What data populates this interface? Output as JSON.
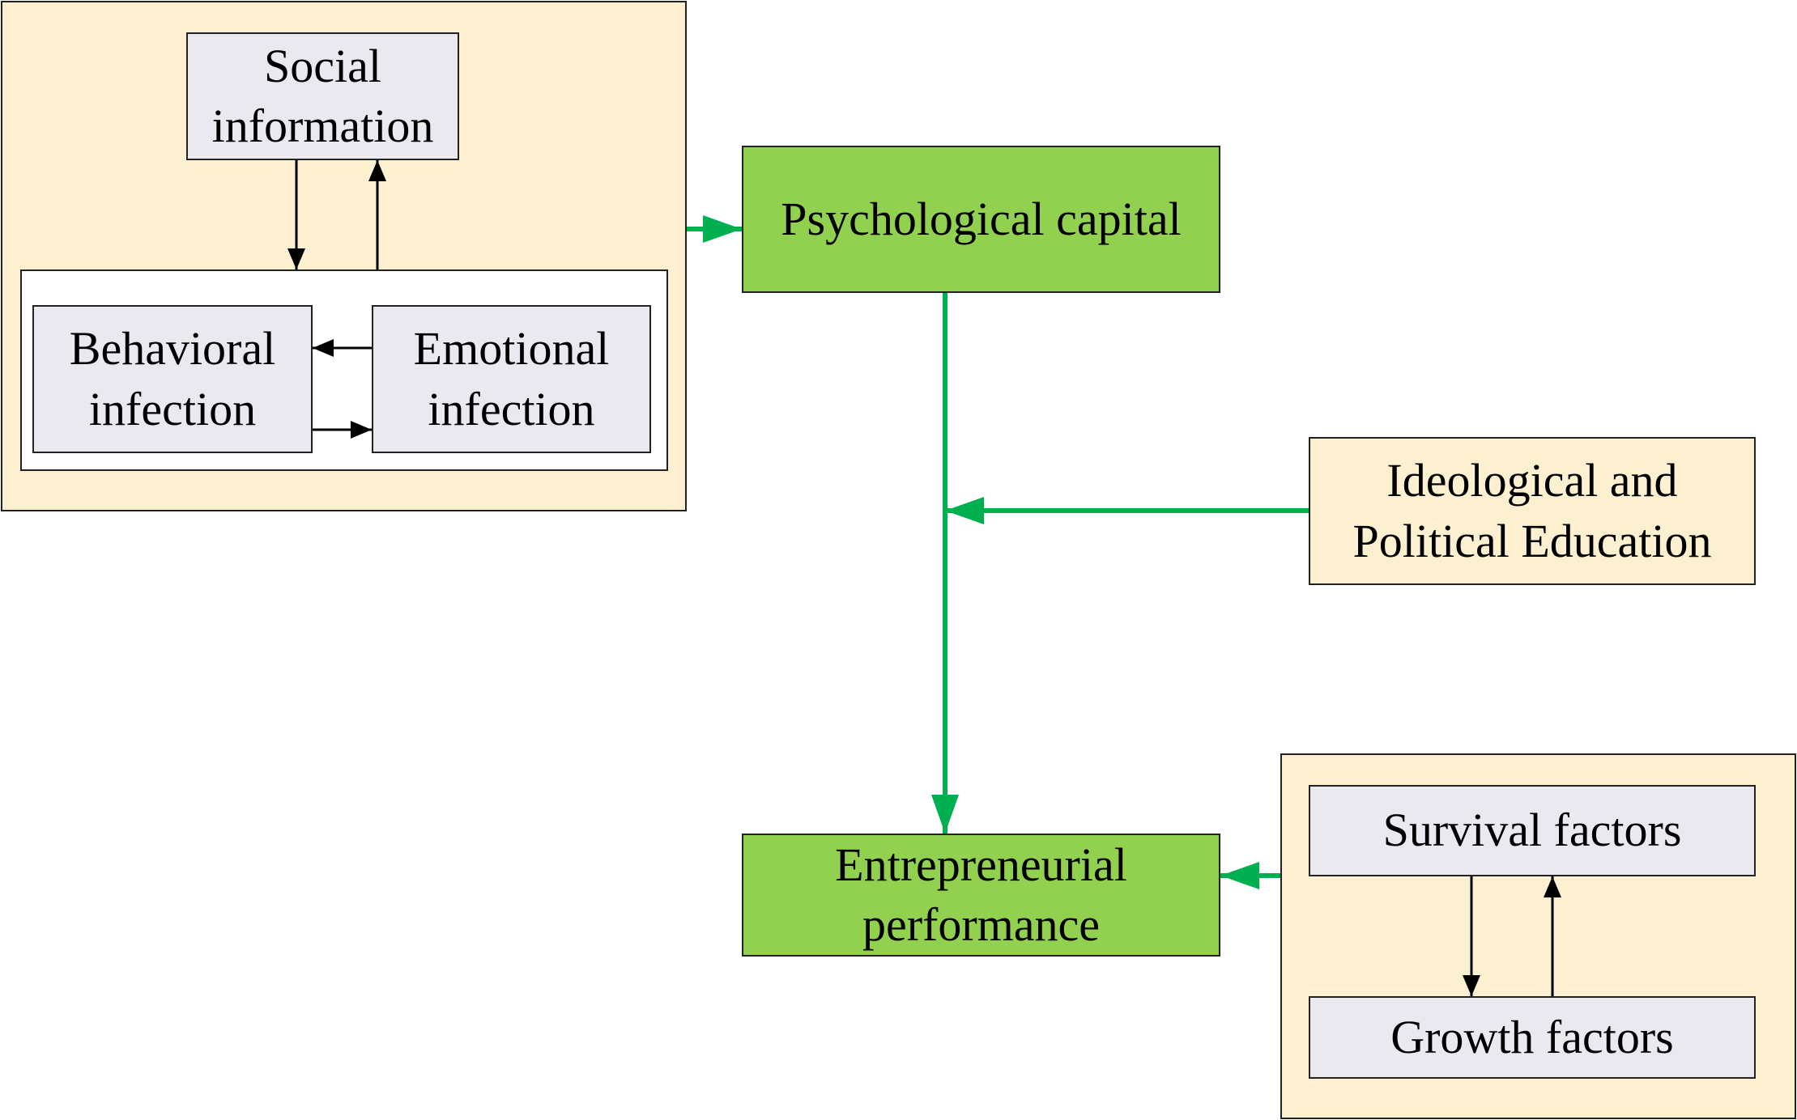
{
  "nodes": {
    "social_information": "Social\ninformation",
    "behavioral_infection": "Behavioral\ninfection",
    "emotional_infection": "Emotional\ninfection",
    "psychological_capital": "Psychological capital",
    "ideological_political_education": "Ideological and\nPolitical Education",
    "entrepreneurial_performance": "Entrepreneurial\nperformance",
    "survival_factors": "Survival factors",
    "growth_factors": "Growth factors"
  },
  "colors": {
    "panel_fill": "#fdf0d0",
    "node_fill": "#ebe9f0",
    "key_node_fill": "#92d050",
    "main_arrow": "#00b050",
    "inner_arrow": "#000000"
  }
}
